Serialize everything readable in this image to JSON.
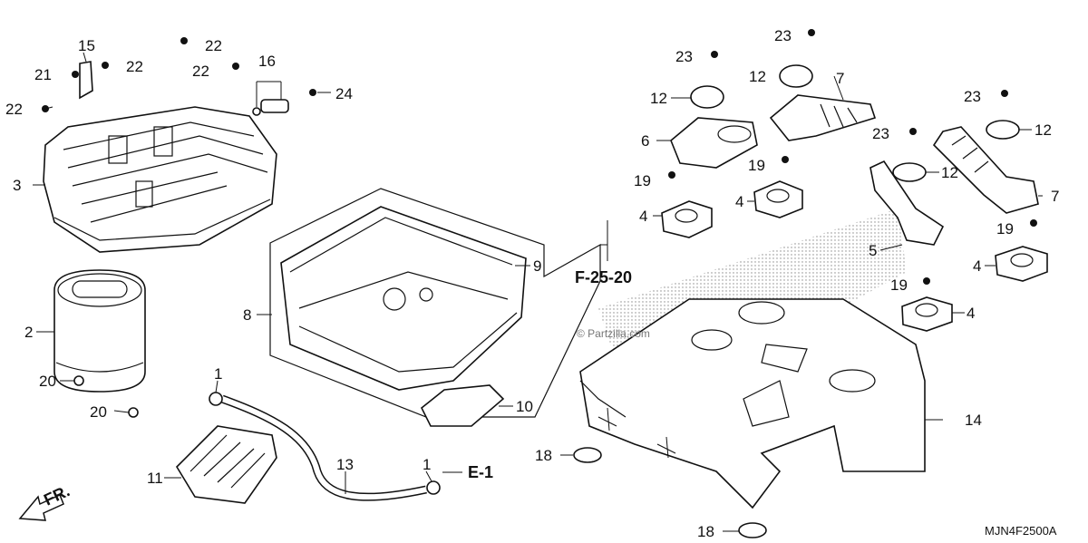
{
  "watermark": "© Partzilla.com",
  "diagram_code": "MJN4F2500A",
  "front_indicator": "FR.",
  "refs": {
    "f2520": "F-25-20",
    "e1": "E-1"
  },
  "labels": {
    "l1a": "1",
    "l1b": "1",
    "l2": "2",
    "l3": "3",
    "l4a": "4",
    "l4b": "4",
    "l4c": "4",
    "l4d": "4",
    "l5": "5",
    "l6": "6",
    "l7a": "7",
    "l7b": "7",
    "l8": "8",
    "l9": "9",
    "l10": "10",
    "l11": "11",
    "l12a": "12",
    "l12b": "12",
    "l12c": "12",
    "l12d": "12",
    "l13": "13",
    "l14": "14",
    "l15": "15",
    "l16": "16",
    "l18a": "18",
    "l18b": "18",
    "l19a": "19",
    "l19b": "19",
    "l19c": "19",
    "l19d": "19",
    "l20a": "20",
    "l20b": "20",
    "l21": "21",
    "l22a": "22",
    "l22b": "22",
    "l22c": "22",
    "l22d": "22",
    "l23a": "23",
    "l23b": "23",
    "l23c": "23",
    "l23d": "23",
    "l24": "24"
  }
}
